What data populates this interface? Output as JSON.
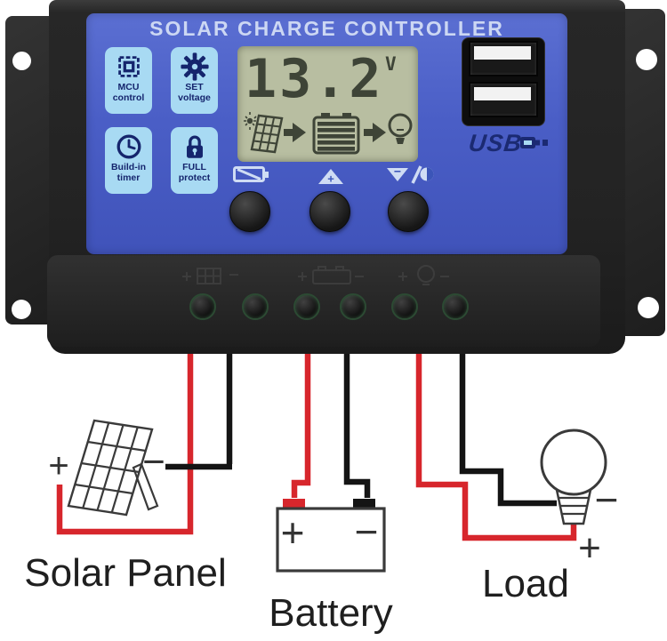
{
  "device": {
    "title": "SOLAR CHARGE CONTROLLER",
    "badges": [
      {
        "icon": "mcu-chip-icon",
        "line1": "MCU",
        "line2": "control"
      },
      {
        "icon": "gear-icon",
        "line1": "SET",
        "line2": "voltage"
      },
      {
        "icon": "clock-icon",
        "line1": "Build-in",
        "line2": "timer"
      },
      {
        "icon": "padlock-icon",
        "line1": "FULL",
        "line2": "protect"
      }
    ],
    "lcd": {
      "voltage": "13.2",
      "unit": "V",
      "flow_icons": [
        "sun-icon",
        "solar-panel-icon",
        "arrow-right-icon",
        "battery-icon",
        "arrow-right-icon",
        "bulb-icon"
      ]
    },
    "button_hints": {
      "icons": [
        "battery-charge-icon",
        "up-plus-icon",
        "down-minus-lamp-icon"
      ],
      "up_plus": "+",
      "down_minus": "−"
    },
    "usb": {
      "label": "USB",
      "plug_icon": "usb-plug-icon",
      "ports": 2
    }
  },
  "diagram": {
    "solar_panel": {
      "label": "Solar Panel",
      "plus": "+",
      "minus": "−"
    },
    "battery": {
      "label": "Battery",
      "plus": "+",
      "minus": "−"
    },
    "load": {
      "label": "Load",
      "plus": "+",
      "minus": "−"
    }
  },
  "colors": {
    "panel_blue": "#4a5ec6",
    "badge_blue": "#a8daf3",
    "icon_navy": "#15256d",
    "lcd_bg": "#b8bea1",
    "lcd_glyph": "#3e4437",
    "wire_red": "#d7262c",
    "wire_black": "#141414",
    "casing_black": "#232323"
  }
}
